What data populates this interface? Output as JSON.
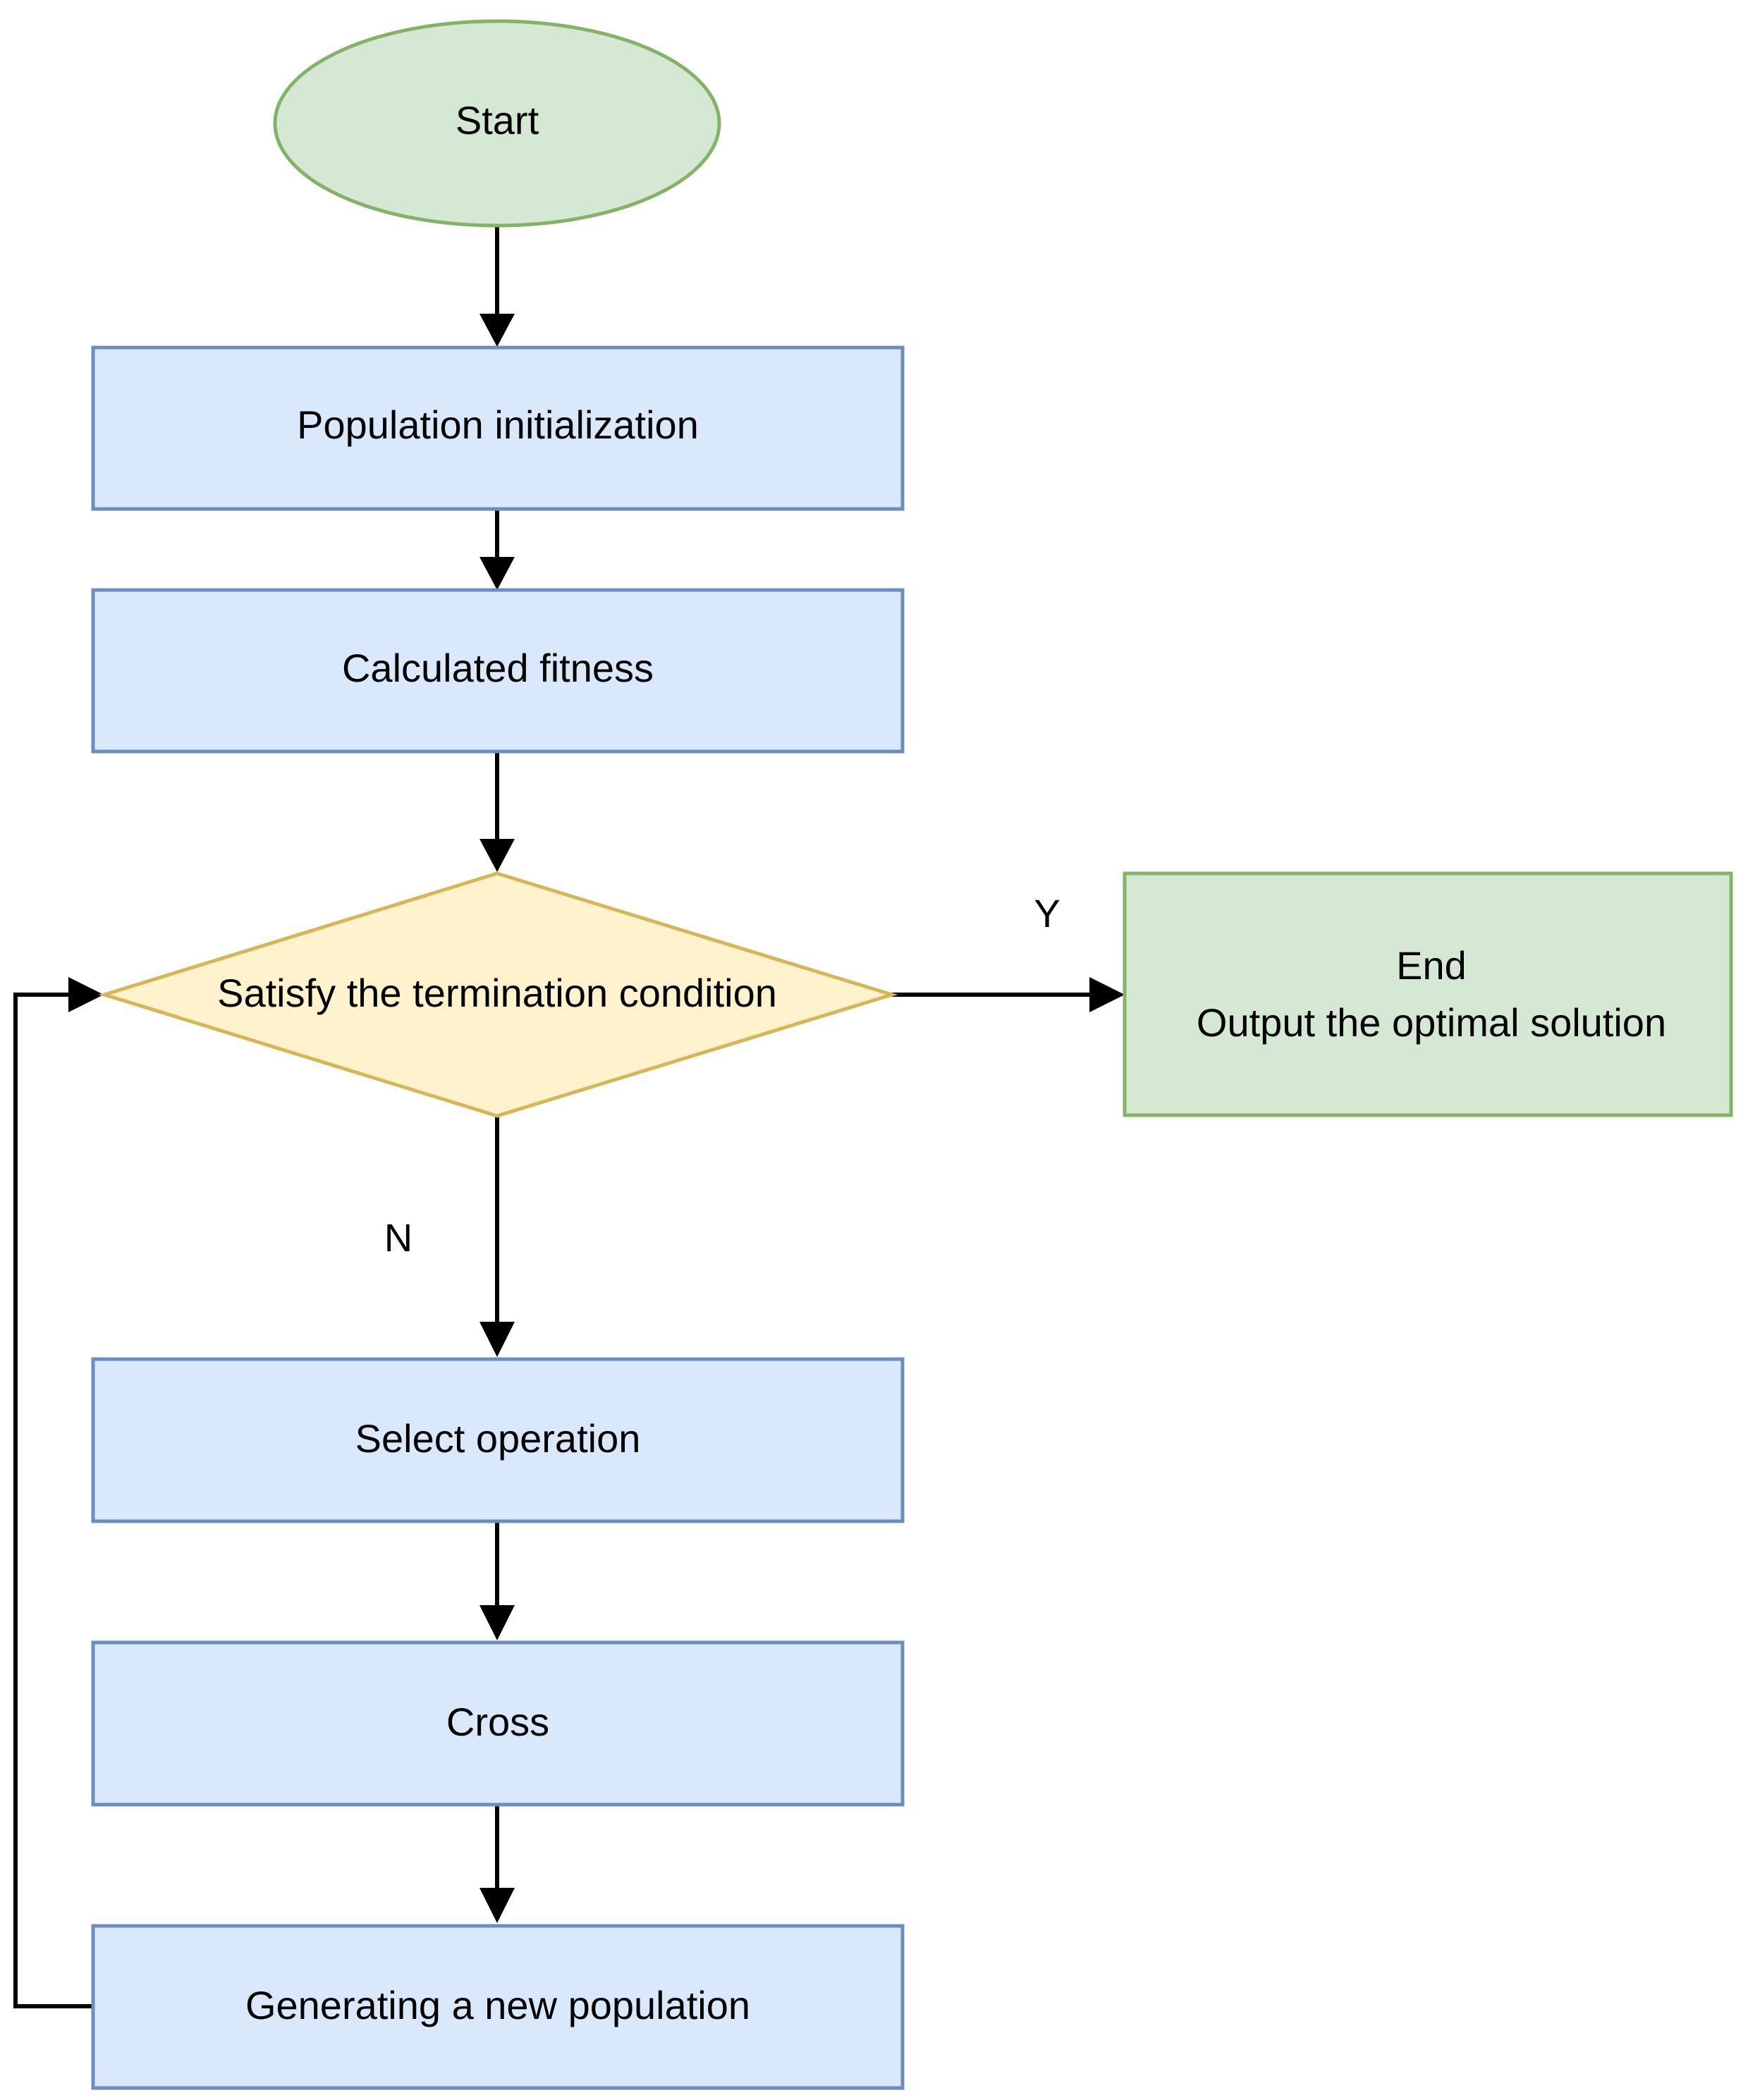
{
  "nodes": {
    "start": "Start",
    "population_init": "Population initialization",
    "calc_fitness": "Calculated fitness",
    "decision": "Satisfy the termination condition",
    "end_line1": "End",
    "end_line2": "Output the optimal solution",
    "select": "Select operation",
    "cross": "Cross",
    "new_population": "Generating a new population"
  },
  "edge_labels": {
    "yes": "Y",
    "no": "N"
  },
  "colors": {
    "process_fill": "#dae8fc",
    "process_stroke": "#6c8ebf",
    "terminal_fill": "#d5e8d4",
    "terminal_stroke": "#82b366",
    "decision_fill": "#fff2cc",
    "decision_stroke": "#d6b656",
    "connector": "#000000"
  }
}
